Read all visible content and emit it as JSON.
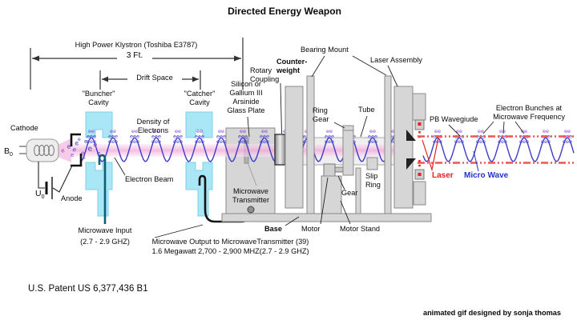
{
  "title": "Directed Energy Weapon",
  "dimension": {
    "klystron": "High Power Klystron (Toshiba E3787)",
    "length": "3 Ft.",
    "drift": "Drift Space"
  },
  "labels": {
    "cathode": "Cathode",
    "b_base": "B",
    "b_sub": "0",
    "u_base": "U",
    "u_sub": "0",
    "anode": "Anode",
    "buncher": "\"Buncher\"\nCavity",
    "catcher": "\"Catcher\"\nCavity",
    "density": "Density of\nElectrons",
    "electron_beam": "Electron Beam",
    "mw_input_1": "Microwave Input",
    "mw_input_2": "(2.7 - 2.9 GHZ)",
    "mw_output_1": "Microwave Output to MicrowaveTransmitter (39)",
    "mw_output_2": "1.6 Megawatt 2,700 - 2,900 MHZ(2.7 - 2.9 GHZ)",
    "silicon": "Silicon or\nGallium III\nArsinide\nGlass Plate",
    "rotary": "Rotary\nCoupling",
    "counterweight": "Counter-\nweight",
    "bearing_mount": "Bearing Mount",
    "laser_assembly": "Laser Assembly",
    "mw_transmitter": "Microwave\nTransmitter",
    "ring_gear": "Ring\nGear",
    "tube": "Tube",
    "slip_ring": "Slip\nRing",
    "gear": "Gear",
    "motor": "Motor",
    "motor_stand": "Motor Stand",
    "base": "Base",
    "pb_waveguide": "PB Wavegiude",
    "electron_bunches": "Electron Bunches at\nMicrowave Frequency",
    "laser": "Laser",
    "micro_wave": "Micro Wave"
  },
  "footer": {
    "patent": "U.S. Patent US 6,377,436 B1",
    "credit": "animated gif designed by sonja thomas"
  },
  "diagram": {
    "electron_glyph": "e"
  },
  "colors": {
    "cavity_cyan": "#a9e6f6",
    "beam_pink": "#f2b0da",
    "wave_blue": "#3c3cc8",
    "electron_blue": "#4038c8",
    "electron_purple": "#8a44d0",
    "laser_red": "#e62020",
    "microwave_blue": "#2233cc",
    "beam_guide_red": "#ee5555",
    "metal_gray": "#d6d6d6",
    "tube_teal": "#0b6078"
  }
}
